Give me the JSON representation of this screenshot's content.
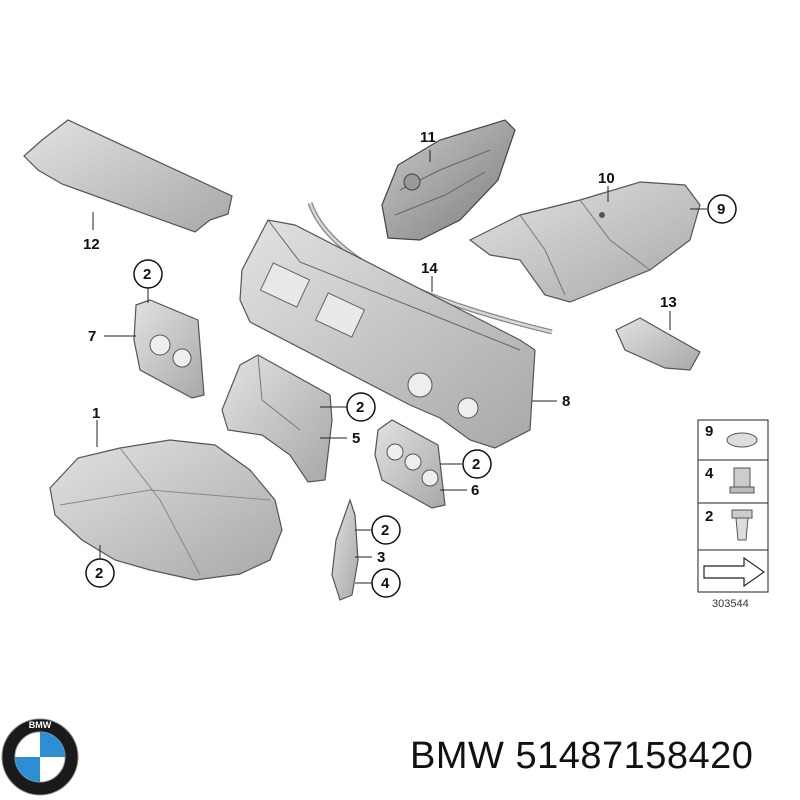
{
  "callouts": {
    "c1": "1",
    "c2a": "2",
    "c2b": "2",
    "c2c": "2",
    "c2d": "2",
    "c2e": "2",
    "c3": "3",
    "c4": "4",
    "c5": "5",
    "c6": "6",
    "c7": "7",
    "c8": "8",
    "c9": "9",
    "c10": "10",
    "c11": "11",
    "c12": "12",
    "c13": "13",
    "c14": "14"
  },
  "legend": {
    "row1": "9",
    "row2": "4",
    "row3": "2",
    "ref_number": "303544"
  },
  "footer": {
    "brand": "BMW",
    "part_number": "51487158420",
    "logo_letters": "BMW"
  },
  "colors": {
    "part_fill": "#cfcfcf",
    "part_stroke": "#555555",
    "logo_blue": "#2c8fd4",
    "logo_black": "#1a1a1a"
  }
}
